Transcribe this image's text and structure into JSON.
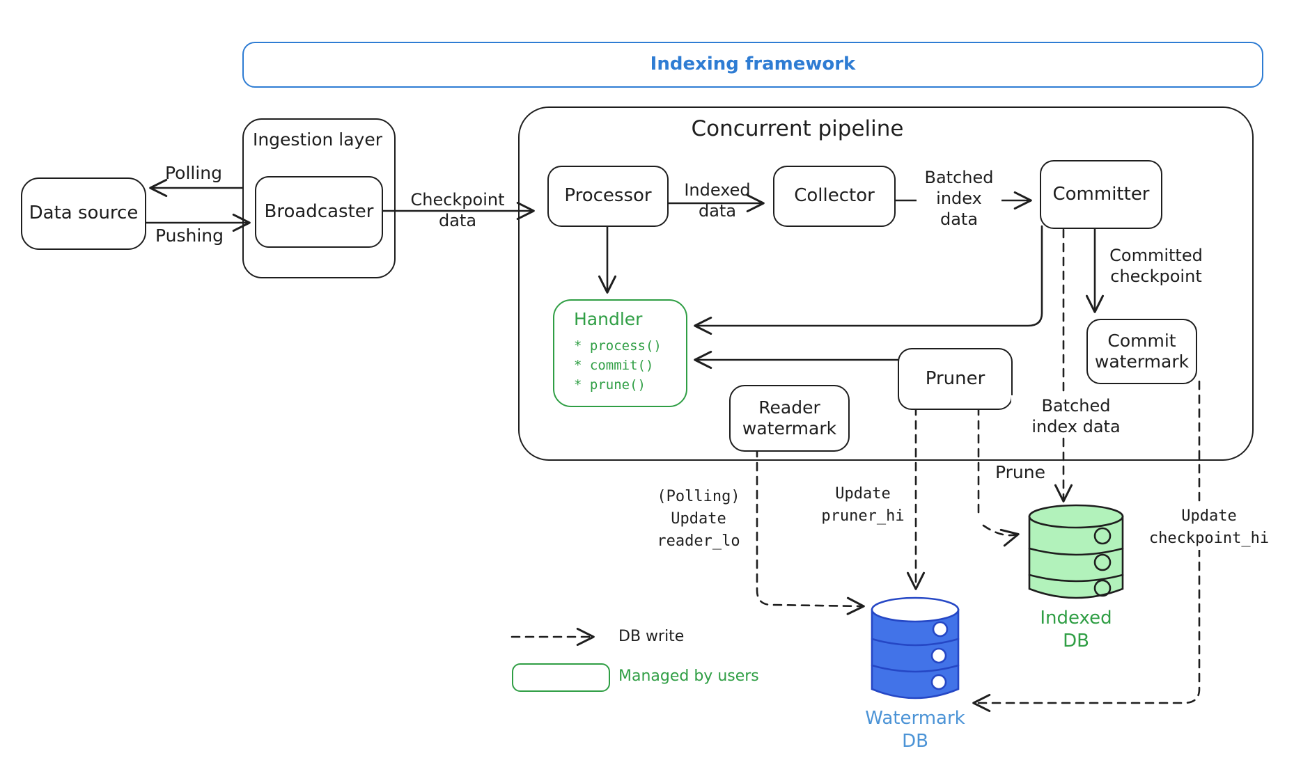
{
  "colors": {
    "stroke": "#1e1e1e",
    "blue_accent": "#2e7cd3",
    "green_accent": "#2f9e44",
    "green_db_fill": "#b2f2bb",
    "blue_db_fill": "#4273e8",
    "blue_db_stroke": "#2547c5",
    "blue_db_label": "#4b93d6",
    "background": "#ffffff"
  },
  "banner": {
    "label": "Indexing framework"
  },
  "nodes": {
    "data_source": "Data source",
    "ingestion_layer": "Ingestion layer",
    "broadcaster": "Broadcaster",
    "pipeline_title": "Concurrent pipeline",
    "processor": "Processor",
    "collector": "Collector",
    "committer": "Committer",
    "handler_title": "Handler",
    "handler_items": [
      "* process()",
      "* commit()",
      "* prune()"
    ],
    "reader_watermark": "Reader\nwatermark",
    "pruner": "Pruner",
    "commit_watermark": "Commit\nwatermark"
  },
  "edge_labels": {
    "polling": "Polling",
    "pushing": "Pushing",
    "checkpoint_data": "Checkpoint\ndata",
    "indexed_data": "Indexed\ndata",
    "batched_index_data": "Batched\nindex\ndata",
    "committed_checkpoint": "Committed\ncheckpoint",
    "batched_index_data_to_db": "Batched\nindex data",
    "prune": "Prune",
    "update_pruner_hi": "Update\npruner_hi",
    "polling_update_reader_lo": "(Polling)\nUpdate\nreader_lo",
    "update_checkpoint_hi": "Update\ncheckpoint_hi"
  },
  "databases": {
    "watermark_db": "Watermark\nDB",
    "indexed_db": "Indexed\nDB"
  },
  "legend": {
    "db_write": "DB write",
    "managed_by_users": "Managed by users"
  }
}
